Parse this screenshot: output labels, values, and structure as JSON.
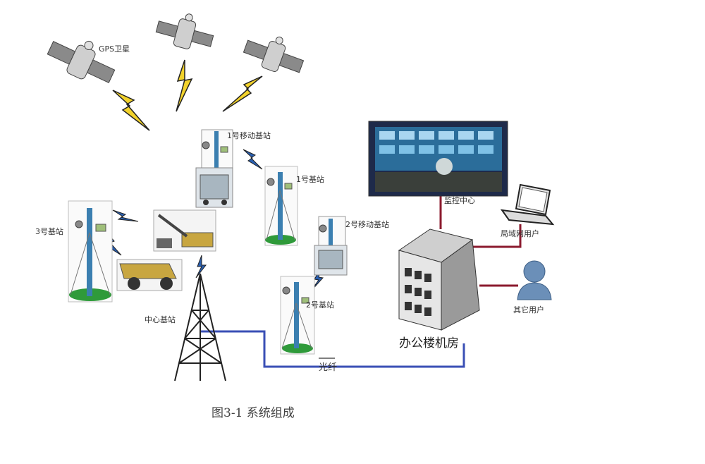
{
  "labels": {
    "gps": "GPS卫星",
    "mobile_top": "1号移动基站",
    "base_right": "1号基站",
    "base_left": "3号基站",
    "mobile_mid": "2号移动基站",
    "base_bottom": "2号基站",
    "center": "中心基站",
    "monitor": "监控中心",
    "lan_user": "局域网用户",
    "other_user": "其它用户",
    "server": "办公楼机房",
    "fiber": "光纤",
    "caption": "图3-1 系统组成"
  },
  "colors": {
    "fiber_line": "#3a4fb5",
    "link_line": "#8b1a2e",
    "bolt": "#f2d22b",
    "grass": "#2f9a3a"
  }
}
